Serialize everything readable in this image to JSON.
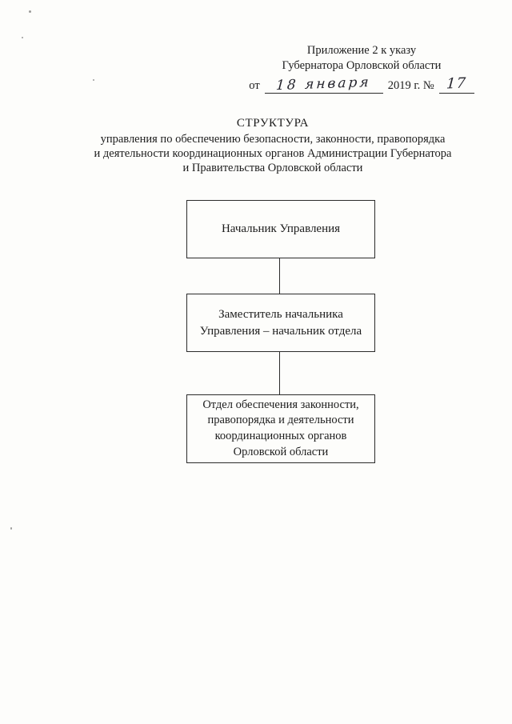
{
  "document": {
    "appendix": {
      "line1": "Приложение 2 к указу",
      "line2": "Губернатора Орловской области",
      "from_label": "от",
      "date_handwritten": "18 января",
      "year_label": "2019 г. №",
      "number_handwritten": "17"
    },
    "title": "СТРУКТУРА",
    "subtitle_lines": [
      "управления по обеспечению безопасности, законности, правопорядка",
      "и деятельности координационных органов Администрации Губернатора",
      "и Правительства Орловской области"
    ],
    "org_chart": {
      "nodes": [
        {
          "id": "head",
          "lines": [
            "Начальник Управления"
          ]
        },
        {
          "id": "deputy",
          "lines": [
            "Заместитель начальника",
            "Управления – начальник отдела"
          ]
        },
        {
          "id": "department",
          "lines": [
            "Отдел обеспечения законности,",
            "правопорядка и деятельности",
            "координационных органов",
            "Орловской области"
          ]
        }
      ]
    }
  }
}
